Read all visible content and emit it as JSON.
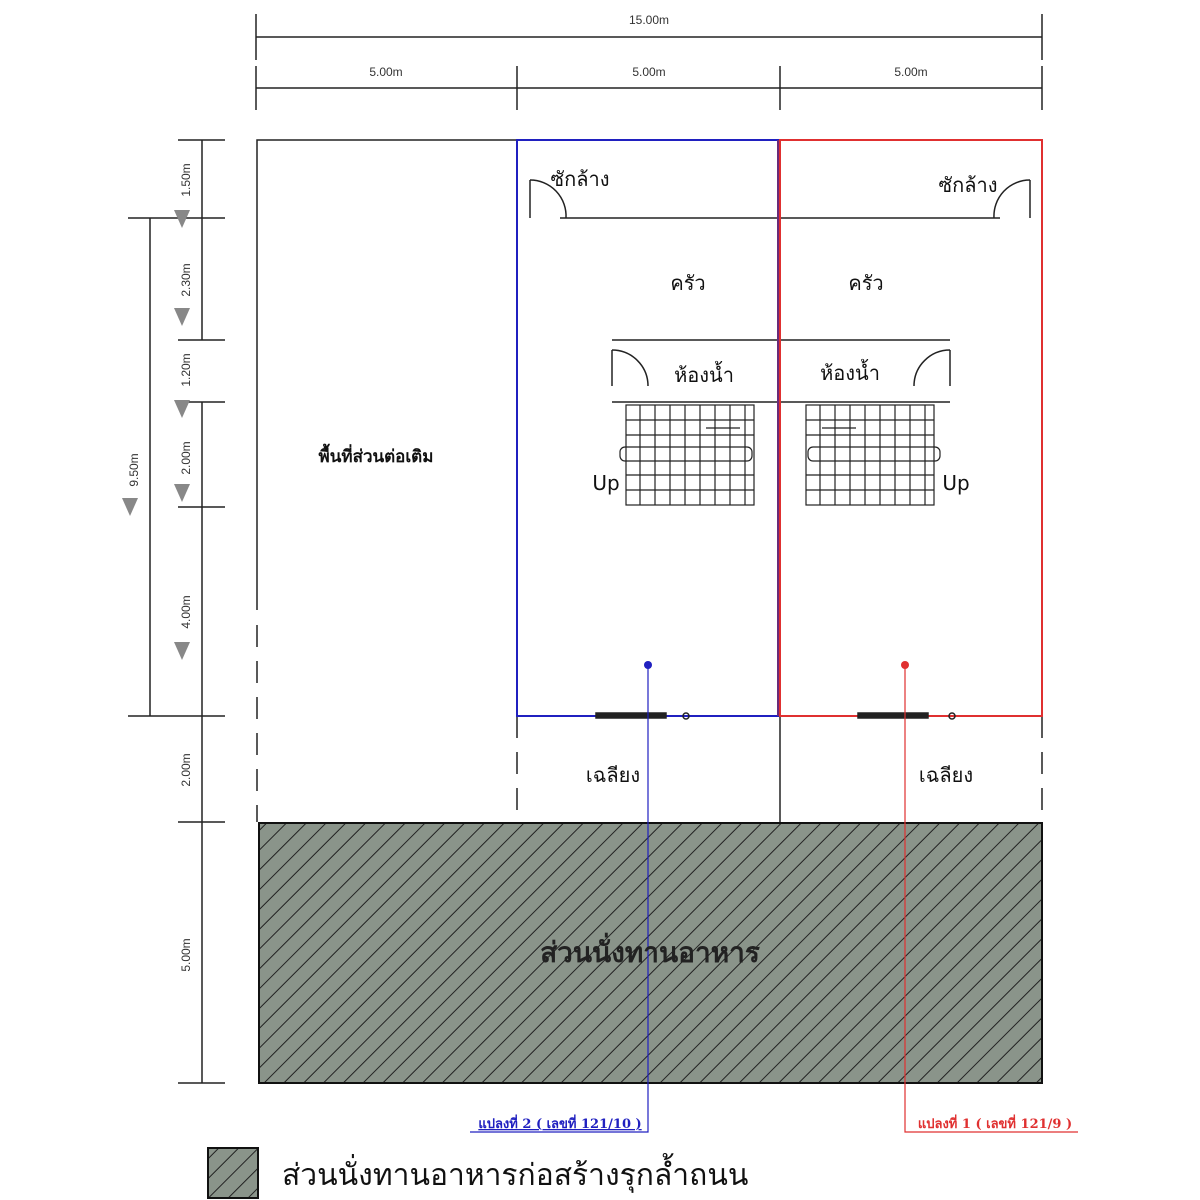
{
  "dimensions": {
    "total_width": "15.00m",
    "bay_1": "5.00m",
    "bay_2": "5.00m",
    "bay_3": "5.00m",
    "depth_total": "9.50m",
    "seg_1": "1.50m",
    "seg_2": "2.30m",
    "seg_3": "1.20m",
    "seg_4": "2.00m",
    "seg_5": "4.00m",
    "porch": "2.00m",
    "dining": "5.00m"
  },
  "rooms": {
    "extension_area": "พื้นที่ส่วนต่อเติม",
    "laundry_left": "ซักล้าง",
    "laundry_right": "ซักล้าง",
    "kitchen_left": "ครัว",
    "kitchen_right": "ครัว",
    "bathroom_left": "ห้องน้ำ",
    "bathroom_right": "ห้องน้ำ",
    "stairs_left": "Up",
    "stairs_right": "Up",
    "porch_left": "เฉลียง",
    "porch_right": "เฉลียง",
    "dining_area": "ส่วนนั่งทานอาหาร"
  },
  "plots": {
    "plot_2": "แปลงที่ 2 ( เลขที่ 121/10 )",
    "plot_1": "แปลงที่ 1 ( เลขที่ 121/9 )"
  },
  "legend": {
    "hatch_label": "ส่วนนั่งทานอาหารก่อสร้างรุกล้ำถนน"
  },
  "colors": {
    "plot_2": "#2020c0",
    "plot_1": "#e03030",
    "hatch_fill": "#8a948a"
  }
}
